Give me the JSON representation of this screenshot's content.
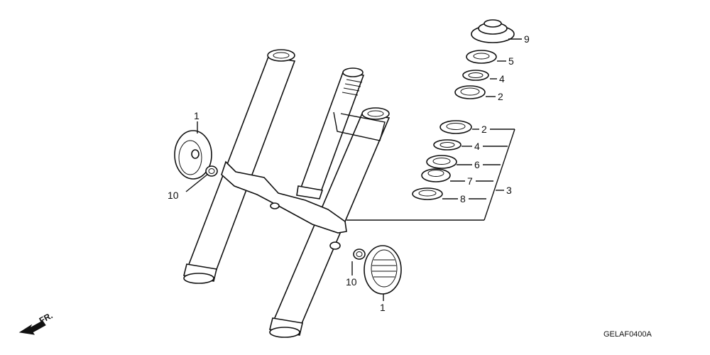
{
  "diagram": {
    "drawing_code": "GELAF0400A",
    "direction_label": "FR.",
    "callouts": {
      "c9": "9",
      "c5": "5",
      "c4_upper": "4",
      "c2_upper": "2",
      "c2_lower": "2",
      "c4_lower": "4",
      "c6": "6",
      "c7": "7",
      "c3": "3",
      "c8": "8",
      "c1_left": "1",
      "c10_left": "10",
      "c10_right": "10",
      "c1_right": "1"
    }
  }
}
